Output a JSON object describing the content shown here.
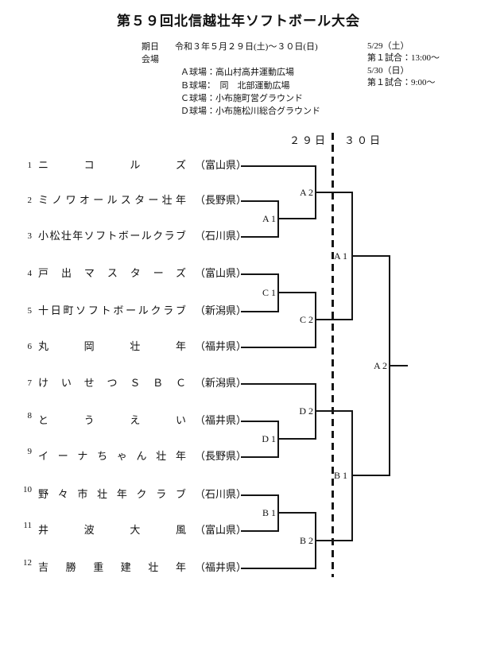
{
  "title": "第５９回北信越壮年ソフトボール大会",
  "info": {
    "date_label": "期日",
    "date_value": "令和３年５月２９日(土)～３０日(日)",
    "venue_label": "会場",
    "venues": [
      "Ａ球場：高山村高井運動広場",
      "Ｂ球場：　同　北部運動広場",
      "Ｃ球場：小布施町営グラウンド",
      "Ｄ球場：小布施松川総合グラウンド"
    ],
    "schedule": [
      {
        "day": "5/29（土）",
        "game": "第１試合：13:00～"
      },
      {
        "day": "5/30（日）",
        "game": "第１試合：9:00～"
      }
    ]
  },
  "bracket": {
    "day29_header": "２９日",
    "day30_header": "３０日",
    "teams": [
      {
        "no": "1",
        "name": "ニコルズ",
        "pref": "（富山県）"
      },
      {
        "no": "2",
        "name": "ミノワオールスター壮年",
        "pref": "（長野県）"
      },
      {
        "no": "3",
        "name": "小松壮年ソフトボールクラブ",
        "pref": "（石川県）"
      },
      {
        "no": "4",
        "name": "戸出マスターズ",
        "pref": "（富山県）"
      },
      {
        "no": "5",
        "name": "十日町ソフトボールクラブ",
        "pref": "（新潟県）"
      },
      {
        "no": "6",
        "name": "丸岡壮年",
        "pref": "（福井県）"
      },
      {
        "no": "7",
        "name": "けいせつＳＢＣ",
        "pref": "（新潟県）"
      },
      {
        "no": "8",
        "name": "とうえい",
        "pref": "（福井県）"
      },
      {
        "no": "9",
        "name": "イーナちゃん壮年",
        "pref": "（長野県）"
      },
      {
        "no": "10",
        "name": "野々市壮年クラブ",
        "pref": "（石川県）"
      },
      {
        "no": "11",
        "name": "井波大風",
        "pref": "（富山県）"
      },
      {
        "no": "12",
        "name": "吉勝重建壮年",
        "pref": "（福井県）"
      }
    ],
    "matches": {
      "a1_29": "A 1",
      "a2_29": "A 2",
      "c1": "C 1",
      "c2": "C 2",
      "d1": "D 1",
      "d2": "D 2",
      "b1_29": "B 1",
      "b2_29": "B 2",
      "a1_30": "A 1",
      "b1_30": "B 1",
      "final": "A 2"
    }
  }
}
